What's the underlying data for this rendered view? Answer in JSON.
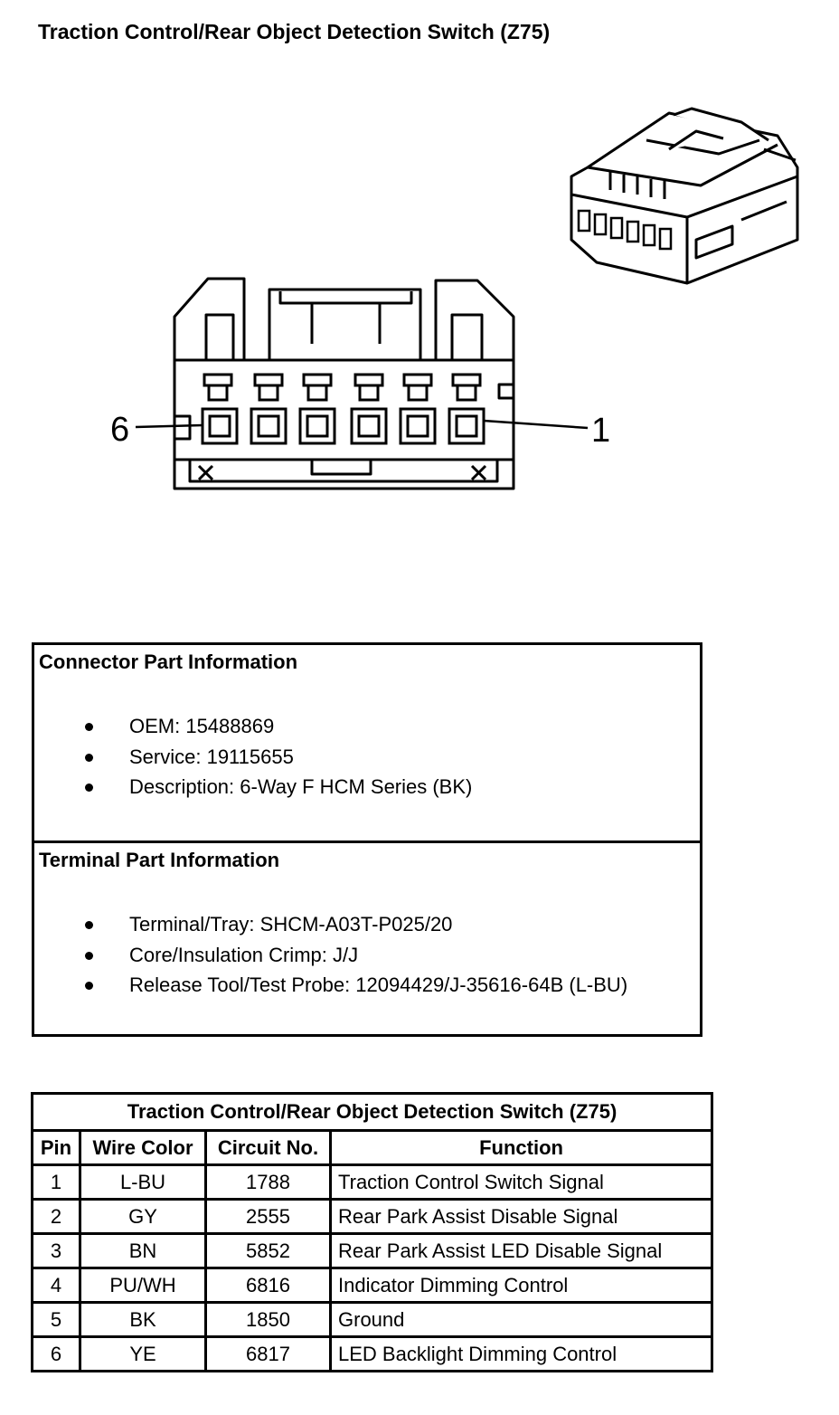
{
  "title": "Traction Control/Rear Object Detection Switch (Z75)",
  "connector_diagram": {
    "left_pin_label": "6",
    "right_pin_label": "1"
  },
  "connector_info": {
    "heading": "Connector Part Information",
    "items": [
      "OEM: 15488869",
      "Service: 19115655",
      "Description: 6-Way F HCM Series (BK)"
    ]
  },
  "terminal_info": {
    "heading": "Terminal Part Information",
    "items": [
      "Terminal/Tray: SHCM-A03T-P025/20",
      "Core/Insulation Crimp: J/J",
      "Release Tool/Test Probe: 12094429/J-35616-64B (L-BU)"
    ]
  },
  "pin_table": {
    "caption": "Traction Control/Rear Object Detection Switch (Z75)",
    "headers": {
      "pin": "Pin",
      "wire_color": "Wire Color",
      "circuit": "Circuit No.",
      "function": "Function"
    },
    "rows": [
      {
        "pin": "1",
        "wire_color": "L-BU",
        "circuit": "1788",
        "function": "Traction Control Switch Signal"
      },
      {
        "pin": "2",
        "wire_color": "GY",
        "circuit": "2555",
        "function": "Rear Park Assist Disable Signal"
      },
      {
        "pin": "3",
        "wire_color": "BN",
        "circuit": "5852",
        "function": "Rear Park Assist LED Disable Signal"
      },
      {
        "pin": "4",
        "wire_color": "PU/WH",
        "circuit": "6816",
        "function": "Indicator Dimming Control"
      },
      {
        "pin": "5",
        "wire_color": "BK",
        "circuit": "1850",
        "function": "Ground"
      },
      {
        "pin": "6",
        "wire_color": "YE",
        "circuit": "6817",
        "function": "LED Backlight Dimming Control"
      }
    ]
  }
}
